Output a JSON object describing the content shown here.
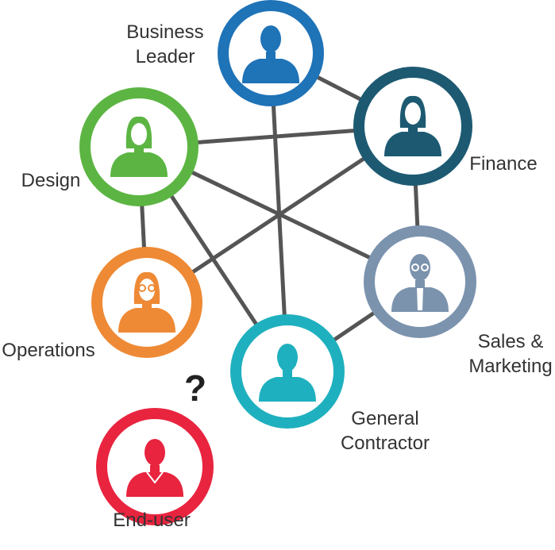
{
  "nodes": [
    {
      "id": "business-leader",
      "lines": [
        "Business",
        "Leader"
      ],
      "color": "#1f73b7",
      "icon": "man-icon"
    },
    {
      "id": "finance",
      "lines": [
        "Finance"
      ],
      "color": "#1d5a72",
      "icon": "woman-icon"
    },
    {
      "id": "design",
      "lines": [
        "Design"
      ],
      "color": "#5cb543",
      "icon": "woman-dress-icon"
    },
    {
      "id": "sales-marketing",
      "lines": [
        "Sales &",
        "Marketing"
      ],
      "color": "#7b93ad",
      "icon": "man-tie-glasses-icon"
    },
    {
      "id": "operations",
      "lines": [
        "Operations"
      ],
      "color": "#ee8a35",
      "icon": "woman-glasses-icon"
    },
    {
      "id": "general-contractor",
      "lines": [
        "General",
        "Contractor"
      ],
      "color": "#1fb0bf",
      "icon": "man-beard-icon"
    },
    {
      "id": "end-user",
      "lines": [
        "End-user"
      ],
      "color": "#e8243f",
      "icon": "man-collar-icon"
    }
  ],
  "connections": [
    [
      "business-leader",
      "finance"
    ],
    [
      "business-leader",
      "general-contractor"
    ],
    [
      "design",
      "finance"
    ],
    [
      "design",
      "operations"
    ],
    [
      "design",
      "sales-marketing"
    ],
    [
      "design",
      "general-contractor"
    ],
    [
      "finance",
      "operations"
    ],
    [
      "finance",
      "sales-marketing"
    ],
    [
      "sales-marketing",
      "general-contractor"
    ]
  ],
  "question_mark": "?",
  "line_color": "#555555"
}
